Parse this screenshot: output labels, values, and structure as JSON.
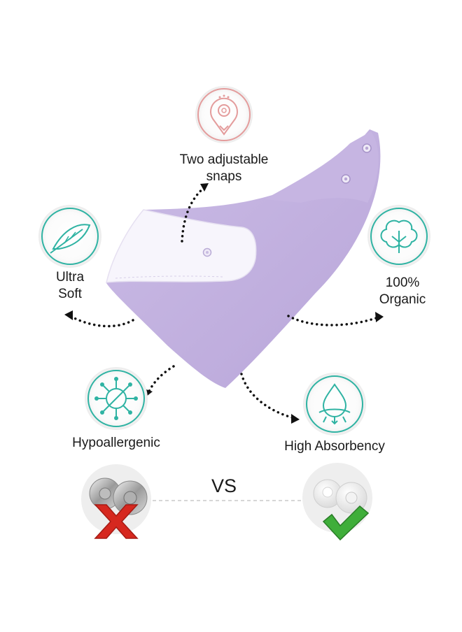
{
  "features": {
    "snaps": {
      "line1": "Two adjustable",
      "line2": "snaps",
      "icon": "snap-button-icon",
      "color": "#e49c9c"
    },
    "soft": {
      "line1": "Ultra",
      "line2": "Soft",
      "icon": "feather-icon",
      "color": "#2fb3a3"
    },
    "organic": {
      "line1": "100%",
      "line2": "Organic",
      "icon": "cotton-flower-icon",
      "color": "#2fb3a3"
    },
    "hypo": {
      "label": "Hypoallergenic",
      "icon": "virus-icon",
      "color": "#2fb3a3"
    },
    "absorb": {
      "label": "High Absorbency",
      "icon": "water-drop-icon",
      "color": "#2fb3a3"
    }
  },
  "comparison": {
    "vs_label": "VS",
    "bad_icon": "red-x-icon",
    "good_icon": "green-check-icon"
  },
  "colors": {
    "bib_purple": "#c4b3e0",
    "bib_lining": "#f6f4fb",
    "pink_accent": "#e49c9c",
    "teal_accent": "#2fb3a3",
    "red_mark": "#d6281f",
    "green_mark": "#3fae3a"
  }
}
